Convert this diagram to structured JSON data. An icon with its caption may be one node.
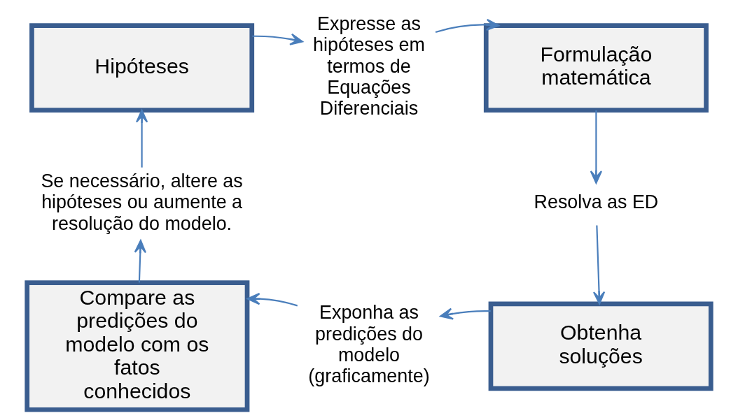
{
  "diagram": {
    "nodes": [
      {
        "text": [
          "Hipóteses"
        ]
      },
      {
        "text": [
          "Expresse as hipóteses em termos de Equações Diferenciais"
        ]
      },
      {
        "text": [
          "Formulação matemática"
        ]
      },
      {
        "text": [
          "Resolva as ED"
        ]
      },
      {
        "text": [
          "Obtenha soluções"
        ]
      },
      {
        "text": [
          "Exponha as predições do modelo (graficamente)"
        ]
      },
      {
        "text": [
          "Compare as predições do modelo com os fatos conhecidos"
        ]
      },
      {
        "text": [
          "Se necessário, altere as hipóteses ou aumente a resolução do modelo."
        ]
      }
    ],
    "edges": [
      {
        "from": 0,
        "to": 1,
        "arrow": "to"
      },
      {
        "from": 1,
        "to": 2,
        "arrow": "to"
      },
      {
        "from": 2,
        "to": 3,
        "arrow": "to"
      },
      {
        "from": 3,
        "to": 4,
        "arrow": "to"
      },
      {
        "from": 4,
        "to": 5,
        "arrow": "to"
      },
      {
        "from": 5,
        "to": 6,
        "arrow": "to"
      },
      {
        "from": 6,
        "to": 7,
        "arrow": "to"
      },
      {
        "from": 7,
        "to": 0,
        "arrow": "to"
      }
    ]
  }
}
